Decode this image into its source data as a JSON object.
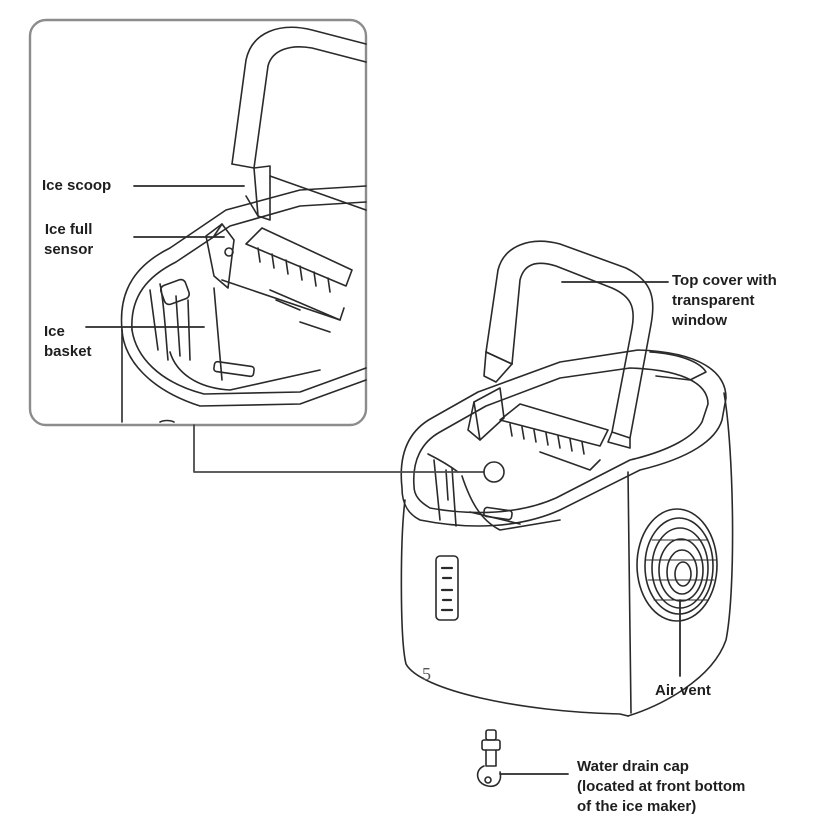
{
  "labels": {
    "ice_scoop": "Ice scoop",
    "ice_full_sensor_line1": "Ice full",
    "ice_full_sensor_line2": "sensor",
    "ice_basket_line1": "Ice",
    "ice_basket_line2": "basket",
    "top_cover_line1": "Top cover with",
    "top_cover_line2": "transparent",
    "top_cover_line3": "window",
    "air_vent": "Air vent",
    "drain_line1": "Water drain cap",
    "drain_line2": "(located at front bottom",
    "drain_line3": "of the ice maker)"
  },
  "page_number": "5",
  "colors": {
    "line": "#2a2a2a",
    "frame": "#8c8c8c",
    "text": "#1e1e1e"
  }
}
